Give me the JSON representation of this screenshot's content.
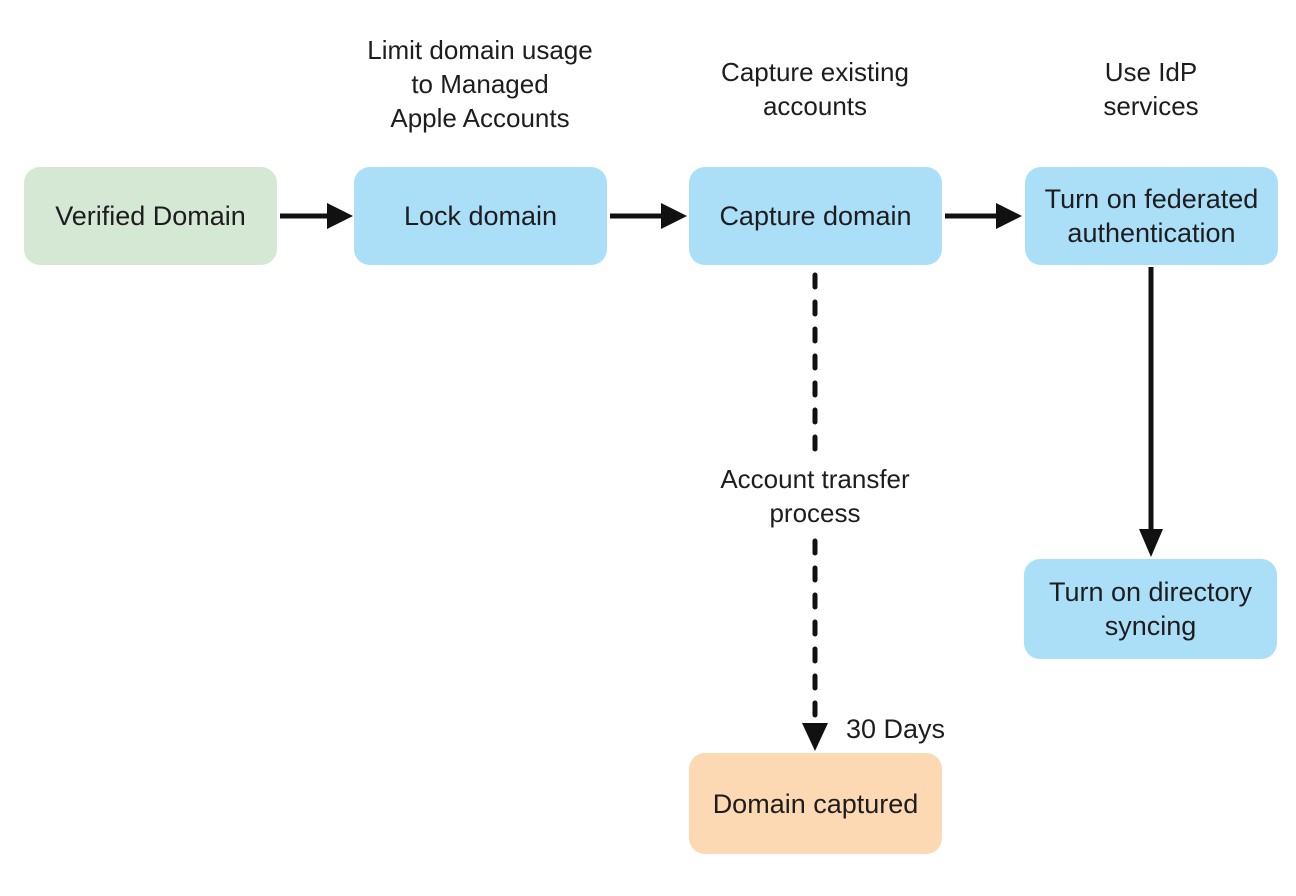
{
  "colors": {
    "background": "#ffffff",
    "text": "#1d1d1f",
    "arrow": "#111111",
    "verified_fill": "#d5e8d4",
    "process_fill": "#abdff8",
    "captured_fill": "#fcd9b3"
  },
  "nodes": {
    "verified_domain": {
      "lines": [
        "Verified Domain"
      ]
    },
    "lock_domain": {
      "lines": [
        "Lock domain"
      ]
    },
    "capture_domain": {
      "lines": [
        "Capture domain"
      ]
    },
    "federated_auth": {
      "lines": [
        "Turn on federated",
        "authentication"
      ]
    },
    "directory_syncing": {
      "lines": [
        "Turn on directory",
        "syncing"
      ]
    },
    "domain_captured": {
      "lines": [
        "Domain captured"
      ]
    }
  },
  "annotations": {
    "limit_domain_usage": {
      "lines": [
        "Limit domain usage",
        "to Managed",
        "Apple Accounts"
      ]
    },
    "capture_existing": {
      "lines": [
        "Capture existing",
        "accounts"
      ]
    },
    "use_idp": {
      "lines": [
        "Use IdP",
        "services"
      ]
    },
    "account_transfer": {
      "lines": [
        "Account transfer",
        "process"
      ]
    },
    "thirty_days": {
      "lines": [
        "30 Days"
      ]
    }
  }
}
